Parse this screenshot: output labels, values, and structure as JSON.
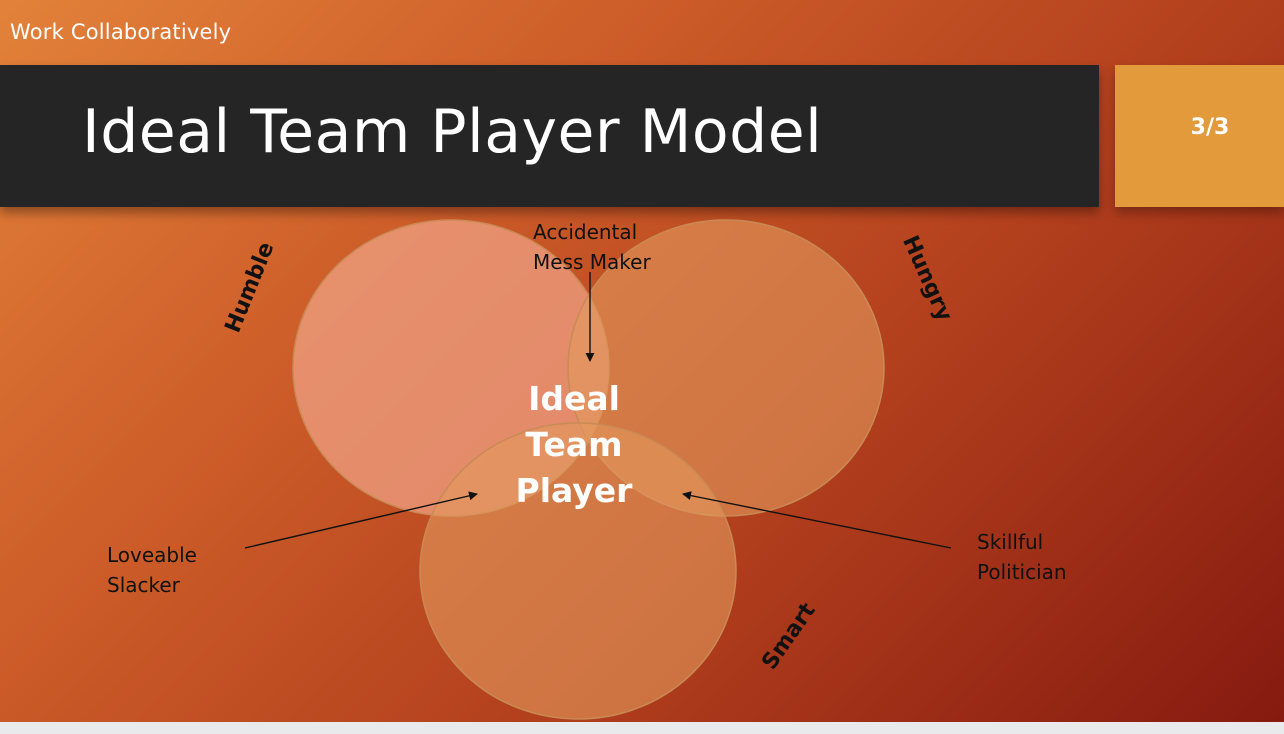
{
  "header": {
    "section_label": "Work Collaboratively",
    "title": "Ideal Team Player Model",
    "page_number": "3/3"
  },
  "diagram": {
    "circles": {
      "humble": "Humble",
      "hungry": "Hungry",
      "smart": "Smart"
    },
    "center": [
      "Ideal",
      "Team",
      "Player"
    ],
    "callouts": {
      "accidental": [
        "Accidental",
        "Mess Maker"
      ],
      "loveable": [
        "Loveable",
        "Slacker"
      ],
      "skillful": [
        "Skillful",
        "Politician"
      ]
    }
  },
  "colors": {
    "title_bar": "#252525",
    "page_box": "#e39a3a",
    "circle_fill": "#eaa180",
    "circle_stroke": "#c07f44"
  }
}
